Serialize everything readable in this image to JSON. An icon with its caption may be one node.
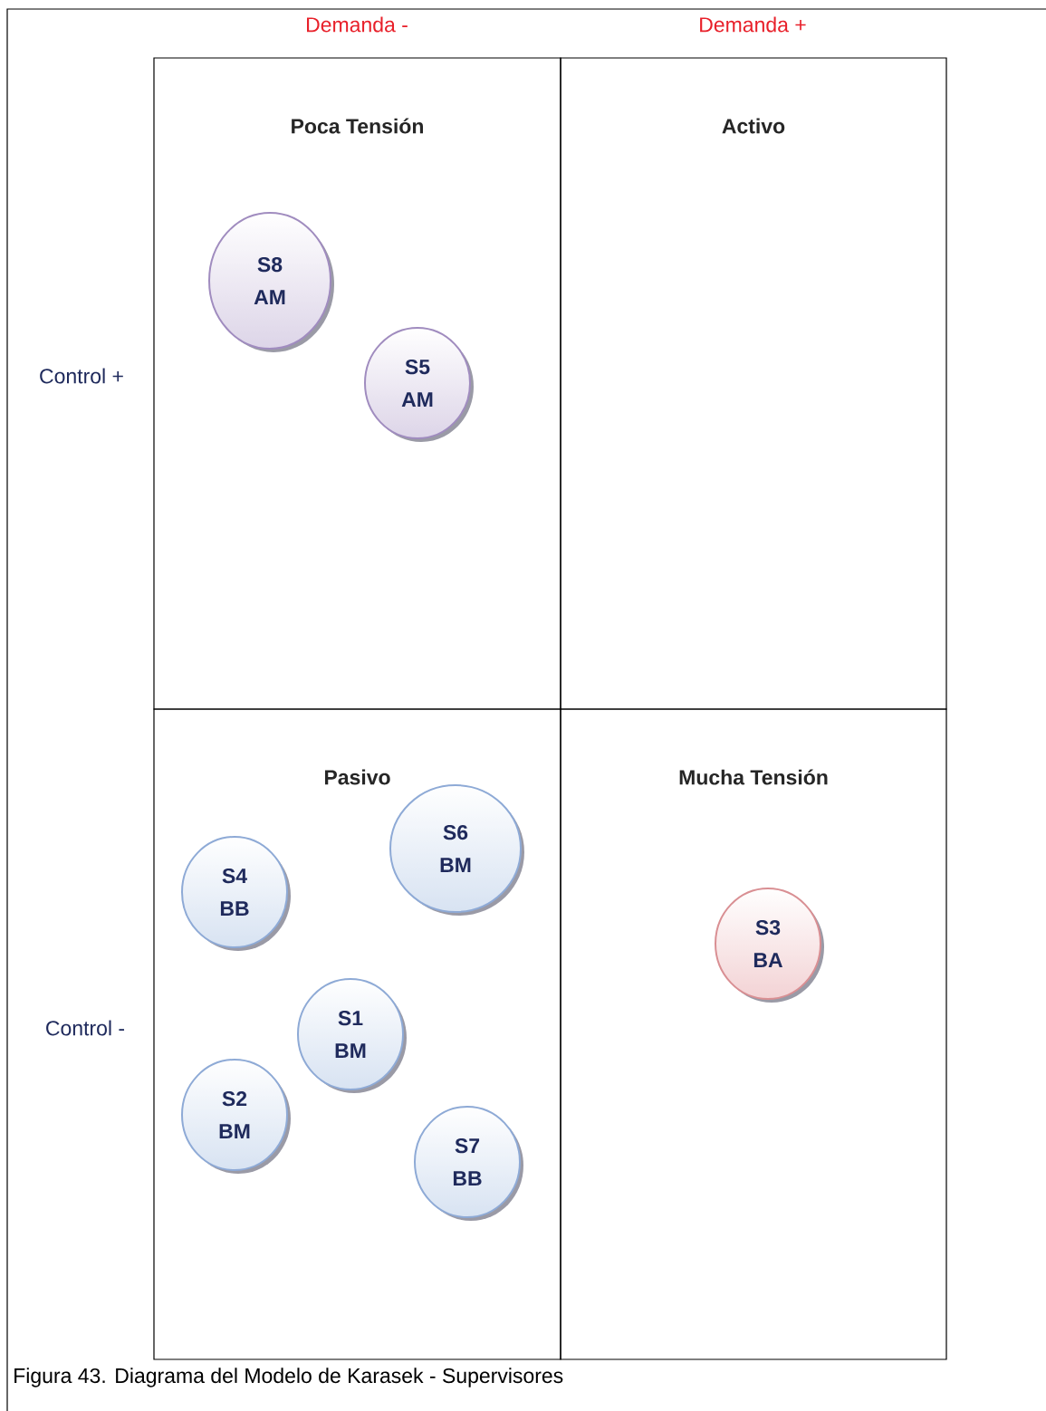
{
  "diagram": {
    "caption": "Figura 43. Diagrama del Modelo de Karasek - Supervisores",
    "nodes": [
      {
        "text": [
          "Poca Tensión"
        ]
      },
      {
        "text": [
          "S8 AM"
        ],
        "in": 0
      },
      {
        "text": [
          "S5 AM"
        ],
        "in": 0
      },
      {
        "text": [
          "Activo"
        ]
      },
      {
        "text": [
          "Pasivo"
        ]
      },
      {
        "text": [
          "S6 BM"
        ],
        "in": 4
      },
      {
        "text": [
          "S4 BB"
        ],
        "in": 4
      },
      {
        "text": [
          "S1 BM"
        ],
        "in": 4
      },
      {
        "text": [
          "S2 BM"
        ],
        "in": 4
      },
      {
        "text": [
          "S7 BB"
        ],
        "in": 4
      },
      {
        "text": [
          "Mucha Tensión"
        ]
      },
      {
        "text": [
          "S3 BA"
        ],
        "in": 10
      }
    ],
    "labels": [
      "Demanda -",
      "Demanda +",
      "Control +",
      "Control -"
    ]
  }
}
